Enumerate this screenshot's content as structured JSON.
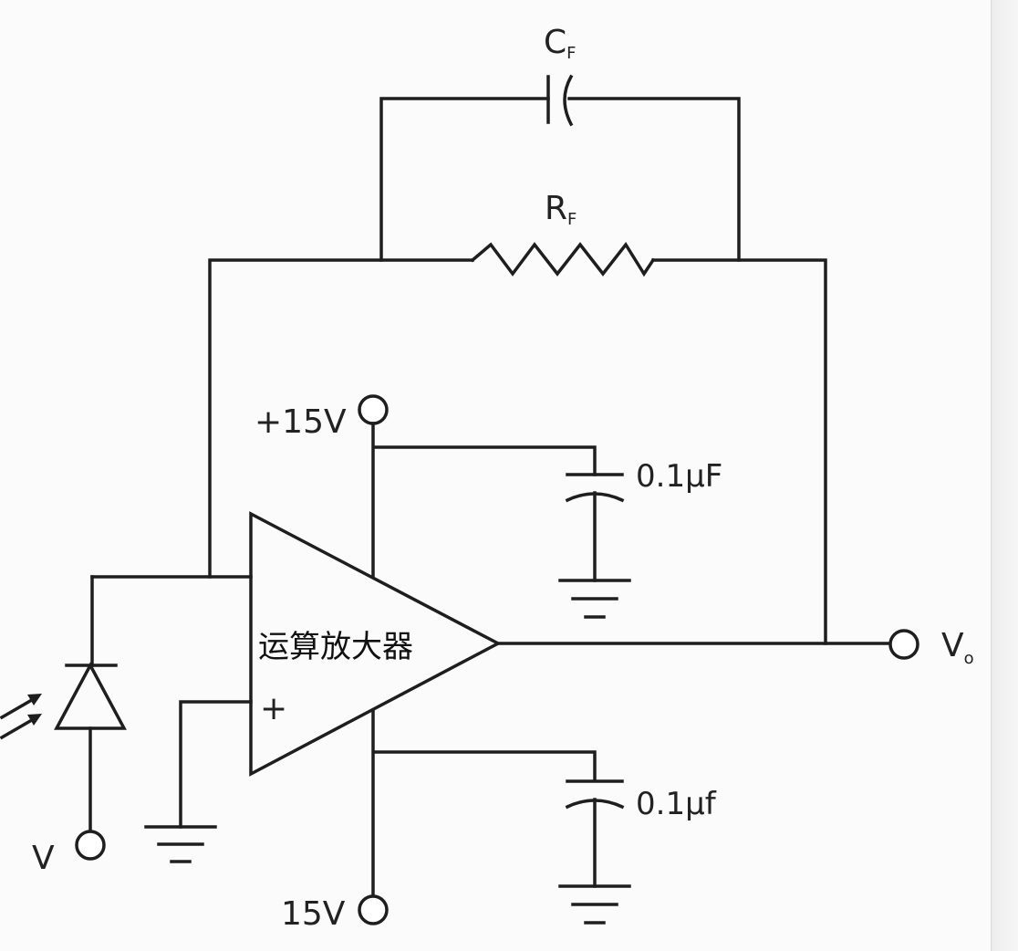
{
  "labels": {
    "cf_main": "C",
    "cf_sub": "F",
    "rf_main": "R",
    "rf_sub": "F",
    "plus15v": "+15V",
    "cap_top": "0.1μF",
    "cap_bottom": "0.1μf",
    "minus15v": "15V",
    "opamp": "运算放大器",
    "plus_sign": "+",
    "vout_main": "V",
    "vout_sub": "o",
    "vin": "V"
  }
}
